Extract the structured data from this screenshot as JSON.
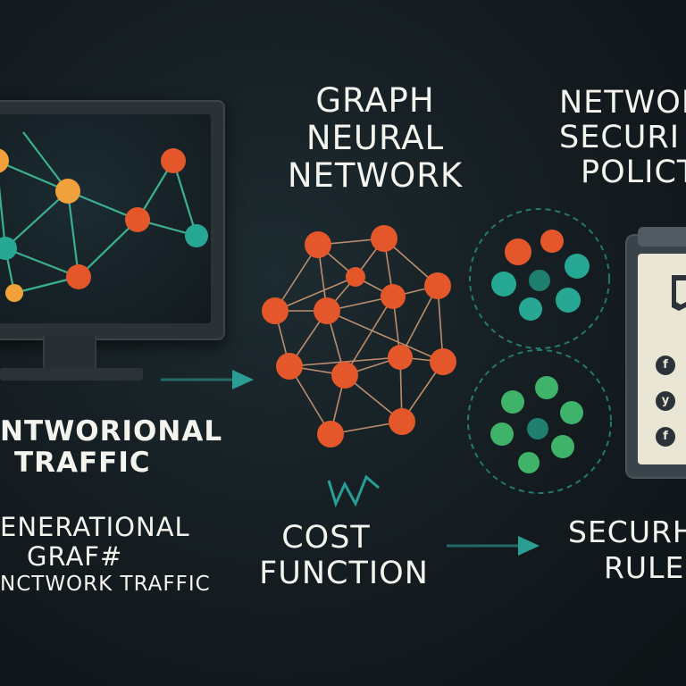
{
  "labels": {
    "input_top_line1": "NTWORIONAL",
    "input_top_line2": "TRAFFIC",
    "input_bottom_line1": "ENERATIONAL",
    "input_bottom_line2": "GRAF#",
    "input_bottom_line3": "NCTWORK TRAFFIC",
    "gnn_line1": "GRAPH",
    "gnn_line2": "NEURAL",
    "gnn_line3": "NETWORK",
    "cost_line1": "COST",
    "cost_line2": "FUNCTION",
    "policy_line1": "NETWOL",
    "policy_line2": "SECURI",
    "policy_line3": "POLICT",
    "rules_line1": "SECURH",
    "rules_line2": "RULEF"
  },
  "clipboard_icons": [
    "f",
    "y",
    "f"
  ],
  "colors": {
    "orange": "#e3572b",
    "amber": "#f0a13b",
    "teal": "#27a894",
    "green": "#3fb36a",
    "arrow": "#2a9d95",
    "edge": "#d9a07a",
    "screen_edge": "#3bb08f"
  }
}
